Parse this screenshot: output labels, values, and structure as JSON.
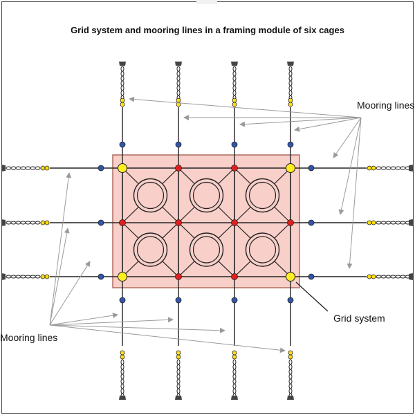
{
  "title": "Grid system and mooring lines in a framing module of six cages",
  "labels": {
    "mooring_lines_top_right": "Mooring lines",
    "mooring_lines_bottom_left": "Mooring lines",
    "grid_system": "Grid system"
  },
  "module": {
    "columns": 3,
    "rows": 2,
    "cage_count": 6
  },
  "colors": {
    "grid_fill": "#f8cfc9",
    "grid_stroke": "#b06a60",
    "line": "#222222",
    "corner_buoy": "#ffee22",
    "red_node": "#e02020",
    "blue_float": "#3355aa",
    "small_yellow_float": "#ffdd11",
    "anchor": "#444444",
    "pointer": "#9a9a9a"
  }
}
